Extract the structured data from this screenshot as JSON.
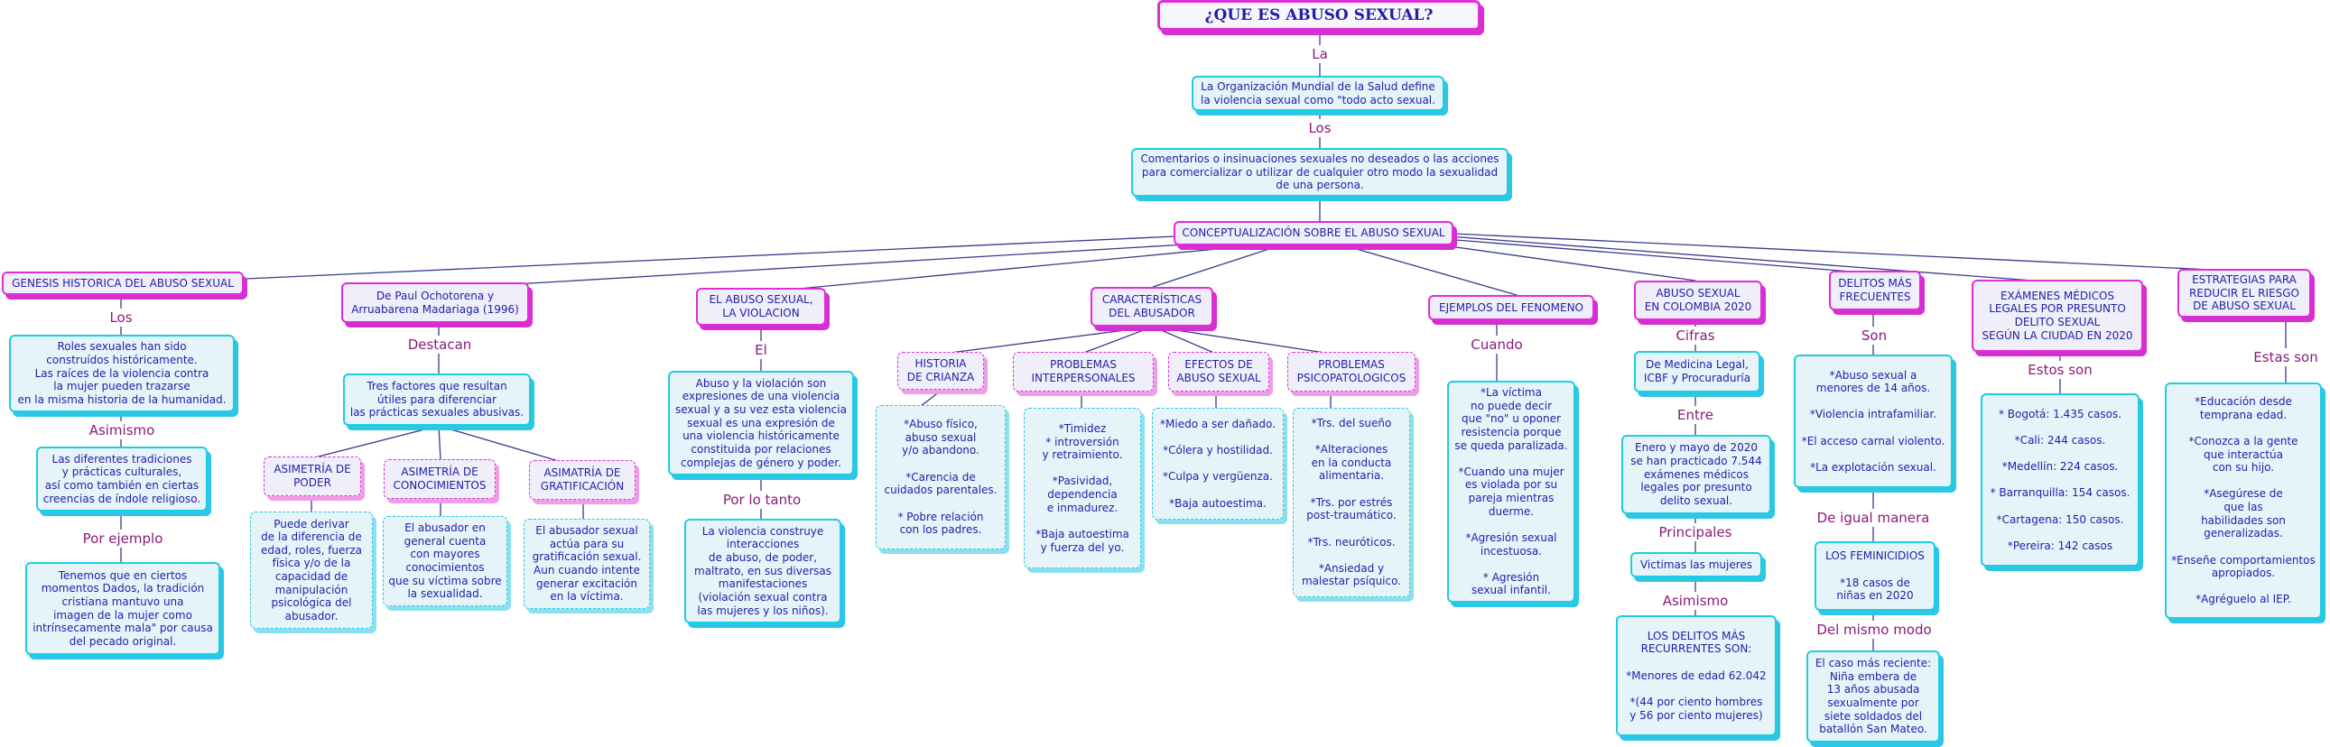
{
  "colors": {
    "node_text": "#1f1fa8",
    "link_text": "#8a1a7a",
    "cyan_border": "#1ecde0",
    "magenta_border": "#e12cd9",
    "line": "#3a3a8c"
  },
  "title": "¿QUE ES ABUSO SEXUAL?",
  "link_la": "La",
  "who_definition": "La Organización Mundial de la Salud define\nla violencia sexual como \"todo acto sexual.",
  "link_los": "Los",
  "comments": "Comentarios o insinuaciones sexuales no deseados o las acciones\npara comercializar o utilizar de cualquier otro modo la sexualidad\nde una persona.",
  "hub": "CONCEPTUALIZACIÓN SOBRE EL ABUSO SEXUAL",
  "genesis": {
    "title": "GENESIS HISTORICA DEL ABUSO SEXUAL",
    "link1": "Los",
    "roles": "Roles sexuales han sido\nconstruídos históricamente.\nLas raíces de la violencia contra\nla mujer pueden trazarse\nen la misma historia de la humanidad.",
    "link2": "Asimismo",
    "traditions": "Las diferentes tradiciones\ny prácticas culturales,\nasí como también en ciertas\ncreencias de índole religioso.",
    "link3": "Por ejemplo",
    "example": "Tenemos que en ciertos\nmomentos Dados, la tradición\ncristiana mantuvo una\nimagen de la mujer como\nintrínsecamente mala\" por causa\ndel pecado original."
  },
  "authors": {
    "title": "De Paul Ochotorena y\nArruabarena Madariaga (1996)",
    "link": "Destacan",
    "factors": "Tres factores que resultan\nútiles para diferenciar\nlas prácticas sexuales abusivas.",
    "power_title": "ASIMETRÍA DE\nPODER",
    "power_text": "Puede derivar\nde la diferencia de\nedad, roles, fuerza\nfísica y/o de la\ncapacidad de\nmanipulación\npsicológica del\nabusador.",
    "knowledge_title": "ASIMETRÍA DE\nCONOCIMIENTOS",
    "knowledge_text": "El abusador en\ngeneral cuenta\ncon mayores\nconocimientos\nque su víctima sobre\nla sexualidad.",
    "grat_title": "ASIMATRÍA DE\nGRATIFICACIÓN",
    "grat_text": "El abusador sexual\nactúa para su\ngratificación sexual.\nAun cuando intente\ngenerar excitación\nen la víctima."
  },
  "violation": {
    "title": "EL ABUSO SEXUAL,\nLA VIOLACION",
    "link1": "El",
    "text": "Abuso y la violación son\nexpresiones de una violencia\nsexual y a su vez esta violencia\nsexual es una expresión de\nuna violencia históricamente\nconstituida por relaciones\ncomplejas de género y poder.",
    "link2": "Por lo tanto",
    "result": "La violencia construye\ninteracciones\nde abuso, de poder,\nmaltrato, en sus diversas\nmanifestaciones\n(violación sexual contra\nlas mujeres y los niños)."
  },
  "abuser": {
    "title": "CARACTERÍSTICAS\nDEL ABUSADOR",
    "history_title": "HISTORIA\nDE CRIANZA",
    "history_text": "*Abuso físico,\nabuso sexual\ny/o abandono.\n\n*Carencia de\ncuidados parentales.\n\n* Pobre relación\ncon los padres.",
    "interpersonal_title": "PROBLEMAS\nINTERPERSONALES",
    "interpersonal_text": "*Timidez\n* introversión\ny retraimiento.\n\n*Pasividad,\ndependencia\ne inmadurez.\n\n*Baja autoestima\ny fuerza del yo.",
    "effects_title": "EFECTOS DE\nABUSO SEXUAL",
    "effects_text": "*Miedo a ser dañado.\n\n*Cólera y hostilidad.\n\n*Culpa y vergüenza.\n\n*Baja autoestima.",
    "psych_title": "PROBLEMAS\nPSICOPATOLOGICOS",
    "psych_text": "*Trs. del sueño\n\n*Alteraciones\nen la conducta\nalimentaria.\n\n*Trs. por estrés\npost-traumático.\n\n*Trs. neuróticos.\n\n*Ansiedad y\nmalestar psíquico."
  },
  "examples": {
    "title": "EJEMPLOS DEL FENOMENO",
    "link": "Cuando",
    "text": "*La víctima\nno puede decir\nque \"no\" u oponer\nresistencia porque\nse queda paralizada.\n\n*Cuando una mujer\nes violada por su\npareja mientras\nduerme.\n\n*Agresión sexual\nincestuosa.\n\n* Agresión\nsexual infantil."
  },
  "colombia": {
    "title": "ABUSO SEXUAL\nEN COLOMBIA 2020",
    "link1": "Cifras",
    "source": "De Medicina Legal,\nICBF y Procuraduría",
    "link2": "Entre",
    "period": "Enero y mayo de 2020\nse han practicado 7.544\nexámenes médicos\nlegales por presunto\ndelito sexual.",
    "link3": "Principales",
    "victims": "Victimas las mujeres",
    "link4": "Asimismo",
    "crimes": "LOS DELITOS MÁS\nRECURRENTES SON:\n\n*Menores de edad 62.042\n\n*(44 por ciento hombres\ny 56 por ciento mujeres)"
  },
  "frequent": {
    "title": "DELITOS MÁS\nFRECUENTES",
    "link1": "Son",
    "text": "*Abuso sexual a\nmenores de 14 años.\n\n*Violencia intrafamiliar.\n\n*El acceso carnal violento.\n\n*La explotación sexual.",
    "link2": "De igual manera",
    "femicides": "LOS FEMINICIDIOS\n\n*18 casos de\nniñas en 2020",
    "link3": "Del mismo modo",
    "case": "El caso más reciente:\nNiña embera de\n13 años abusada\nsexualmente por\nsiete soldados del\nbatallón San Mateo."
  },
  "exams": {
    "title": "EXÁMENES MÉDICOS\nLEGALES POR PRESUNTO\nDELITO SEXUAL\nSEGÚN LA CIUDAD EN 2020",
    "link": "Estos son",
    "text": "* Bogotá: 1.435 casos.\n\n*Cali: 244 casos.\n\n*Medellín: 224 casos.\n\n* Barranquilla: 154 casos.\n\n*Cartagena: 150 casos.\n\n*Pereira: 142 casos"
  },
  "strategies": {
    "title": "ESTRATEGIAS PARA\nREDUCIR EL RIESGO\nDE ABUSO SEXUAL",
    "link": "Estas son",
    "text": "*Educación desde\ntemprana edad.\n\n*Conozca a la gente\nque interactúa\ncon su hijo.\n\n*Asegúrese de\nque las\nhabilidades son\ngeneralizadas.\n\n*Enseñe comportamientos\napropiados.\n\n*Agréguelo al IEP."
  }
}
